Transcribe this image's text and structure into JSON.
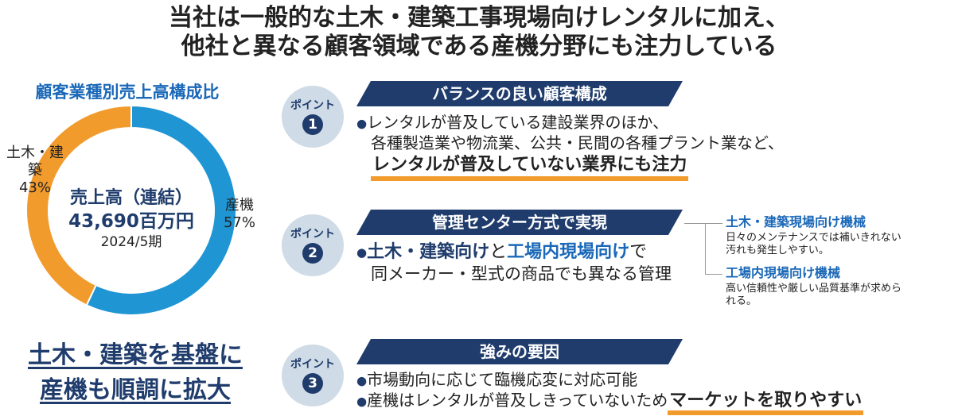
{
  "headline": {
    "line1": "当社は一般的な土木・建築工事現場向けレンタルに加え、",
    "line2": "他社と異なる顧客領域である産機分野にも注力している"
  },
  "chart_data": {
    "type": "pie",
    "title": "顧客業種別売上高構成比",
    "categories": [
      "産機",
      "土木・建築"
    ],
    "values": [
      57,
      43
    ],
    "value_labels": [
      "57%",
      "43%"
    ],
    "colors": [
      "#1f95d4",
      "#f29b2d"
    ],
    "center": {
      "title": "売上高（連結）",
      "value": "43,690百万円",
      "period": "2024/5期"
    }
  },
  "summary": {
    "line1": "土木・建築を基盤に",
    "line2": "産機も順調に拡大"
  },
  "badge_label": "ポイント",
  "points": [
    {
      "number": "1",
      "banner": "バランスの良い顧客構成",
      "line1": "レンタルが普及している建設業界のほか、",
      "line2": "各種製造業や物流業、公共・民間の各種プラント業など、",
      "highlight": "レンタルが普及していない業界にも注力"
    },
    {
      "number": "2",
      "banner": "管理センター方式で実現",
      "part_a": "土木・建築向け",
      "joiner": "と",
      "part_b": "工場内現場向け",
      "suffix": "で",
      "line2": "同メーカー・型式の商品でも異なる管理",
      "side_notes": [
        {
          "title": "土木・建築現場向け機械",
          "line1": "日々のメンテナンスでは補いきれない",
          "line2": "汚れも発生しやすい。"
        },
        {
          "title": "工場内現場向け機械",
          "line1": "高い信頼性や厳しい品質基準が求めら",
          "line2": "れる。"
        }
      ]
    },
    {
      "number": "3",
      "banner": "強みの要因",
      "line1": "市場動向に応じて臨機応変に対応可能",
      "line2_prefix": "産機はレンタルが普及しきっていないため",
      "highlight": "マーケットを取りやすい"
    }
  ]
}
